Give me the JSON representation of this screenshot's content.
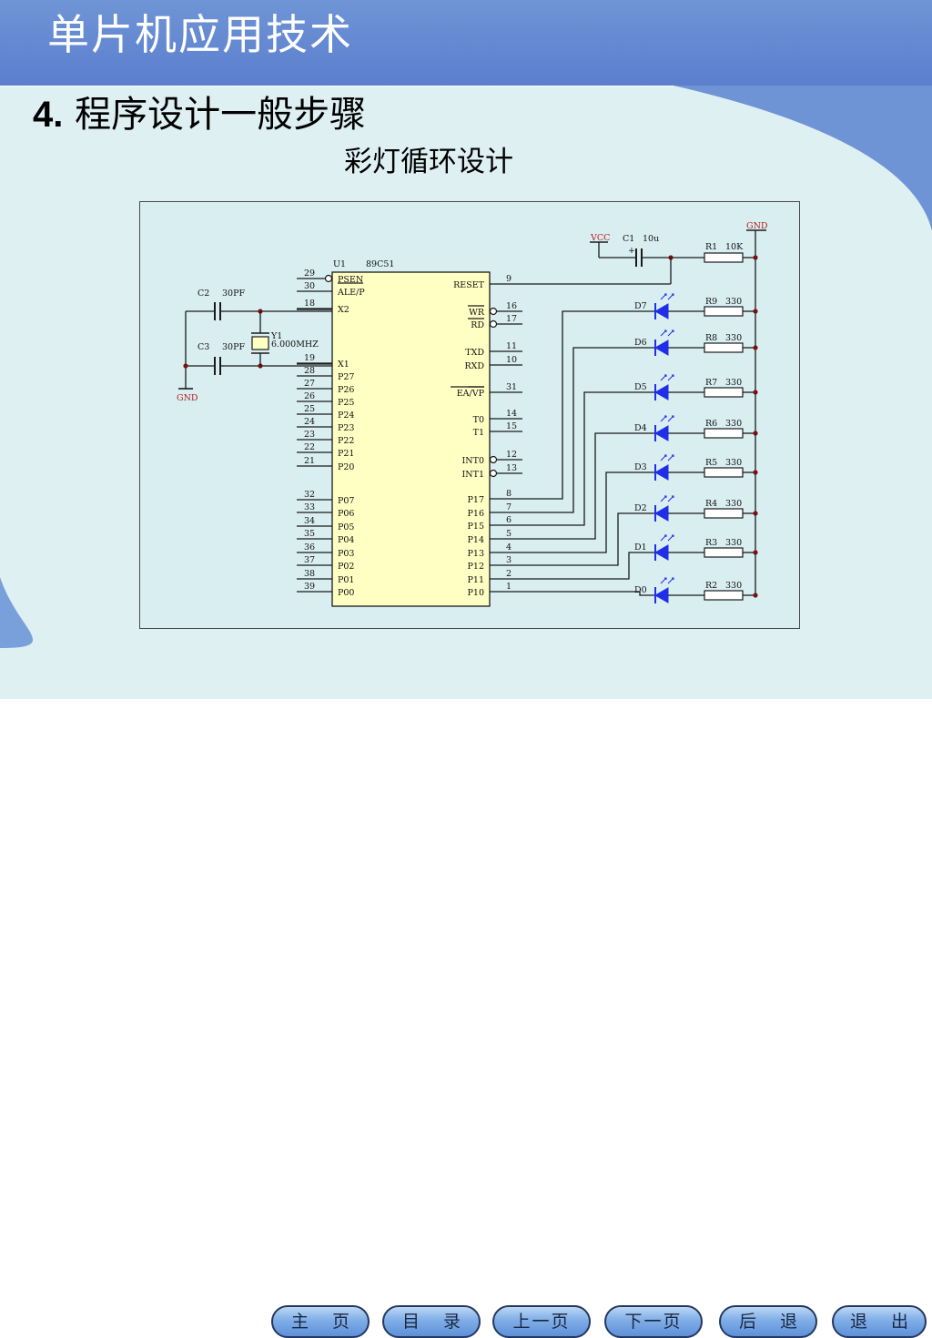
{
  "header": {
    "title": "单片机应用技术"
  },
  "heading": {
    "number": "4.",
    "text": "程序设计一般步骤"
  },
  "subtitle": "彩灯循环设计",
  "schematic": {
    "chip": {
      "ref": "U1",
      "part": "89C51",
      "left_pins": [
        {
          "num": "29",
          "label": "PSEN"
        },
        {
          "num": "30",
          "label": "ALE/P"
        },
        {
          "num": "18",
          "label": "X2"
        },
        {
          "num": "19",
          "label": "X1"
        },
        {
          "num": "28",
          "label": "P27"
        },
        {
          "num": "27",
          "label": "P26"
        },
        {
          "num": "26",
          "label": "P25"
        },
        {
          "num": "25",
          "label": "P24"
        },
        {
          "num": "24",
          "label": "P23"
        },
        {
          "num": "23",
          "label": "P22"
        },
        {
          "num": "22",
          "label": "P21"
        },
        {
          "num": "21",
          "label": "P20"
        },
        {
          "num": "32",
          "label": "P07"
        },
        {
          "num": "33",
          "label": "P06"
        },
        {
          "num": "34",
          "label": "P05"
        },
        {
          "num": "35",
          "label": "P04"
        },
        {
          "num": "36",
          "label": "P03"
        },
        {
          "num": "37",
          "label": "P02"
        },
        {
          "num": "38",
          "label": "P01"
        },
        {
          "num": "39",
          "label": "P00"
        }
      ],
      "right_pins": [
        {
          "num": "9",
          "label": "RESET"
        },
        {
          "num": "16",
          "label": "WR"
        },
        {
          "num": "17",
          "label": "RD"
        },
        {
          "num": "11",
          "label": "TXD"
        },
        {
          "num": "10",
          "label": "RXD"
        },
        {
          "num": "31",
          "label": "EA/VP"
        },
        {
          "num": "14",
          "label": "T0"
        },
        {
          "num": "15",
          "label": "T1"
        },
        {
          "num": "12",
          "label": "INT0"
        },
        {
          "num": "13",
          "label": "INT1"
        },
        {
          "num": "8",
          "label": "P17"
        },
        {
          "num": "7",
          "label": "P16"
        },
        {
          "num": "6",
          "label": "P15"
        },
        {
          "num": "5",
          "label": "P14"
        },
        {
          "num": "4",
          "label": "P13"
        },
        {
          "num": "3",
          "label": "P12"
        },
        {
          "num": "2",
          "label": "P11"
        },
        {
          "num": "1",
          "label": "P10"
        }
      ]
    },
    "labels": {
      "c2": "C2",
      "c2_val": "30PF",
      "c3": "C3",
      "c3_val": "30PF",
      "crystal": "Y1",
      "crystal_val": "6.000MHZ",
      "gnd_left": "GND",
      "gnd_right": "GND",
      "vcc": "VCC",
      "c1": "C1",
      "c1_val": "10u",
      "c1_plus": "+",
      "r1": "R1",
      "r1_val": "10K"
    },
    "leds": [
      {
        "led": "D7",
        "res": "R9",
        "val": "330"
      },
      {
        "led": "D6",
        "res": "R8",
        "val": "330"
      },
      {
        "led": "D5",
        "res": "R7",
        "val": "330"
      },
      {
        "led": "D4",
        "res": "R6",
        "val": "330"
      },
      {
        "led": "D3",
        "res": "R5",
        "val": "330"
      },
      {
        "led": "D2",
        "res": "R4",
        "val": "330"
      },
      {
        "led": "D1",
        "res": "R3",
        "val": "330"
      },
      {
        "led": "D0",
        "res": "R2",
        "val": "330"
      }
    ]
  },
  "nav": [
    {
      "label": "主 页"
    },
    {
      "label": "目 录"
    },
    {
      "label": "上一页"
    },
    {
      "label": "下一页"
    },
    {
      "label": "后 退"
    },
    {
      "label": "退 出"
    }
  ],
  "colors": {
    "header": "#5b7fcd",
    "content": "#dff0f3",
    "led": "#1f2ee8",
    "wire": "#1a1a1a",
    "label_red": "#b01e1e"
  }
}
